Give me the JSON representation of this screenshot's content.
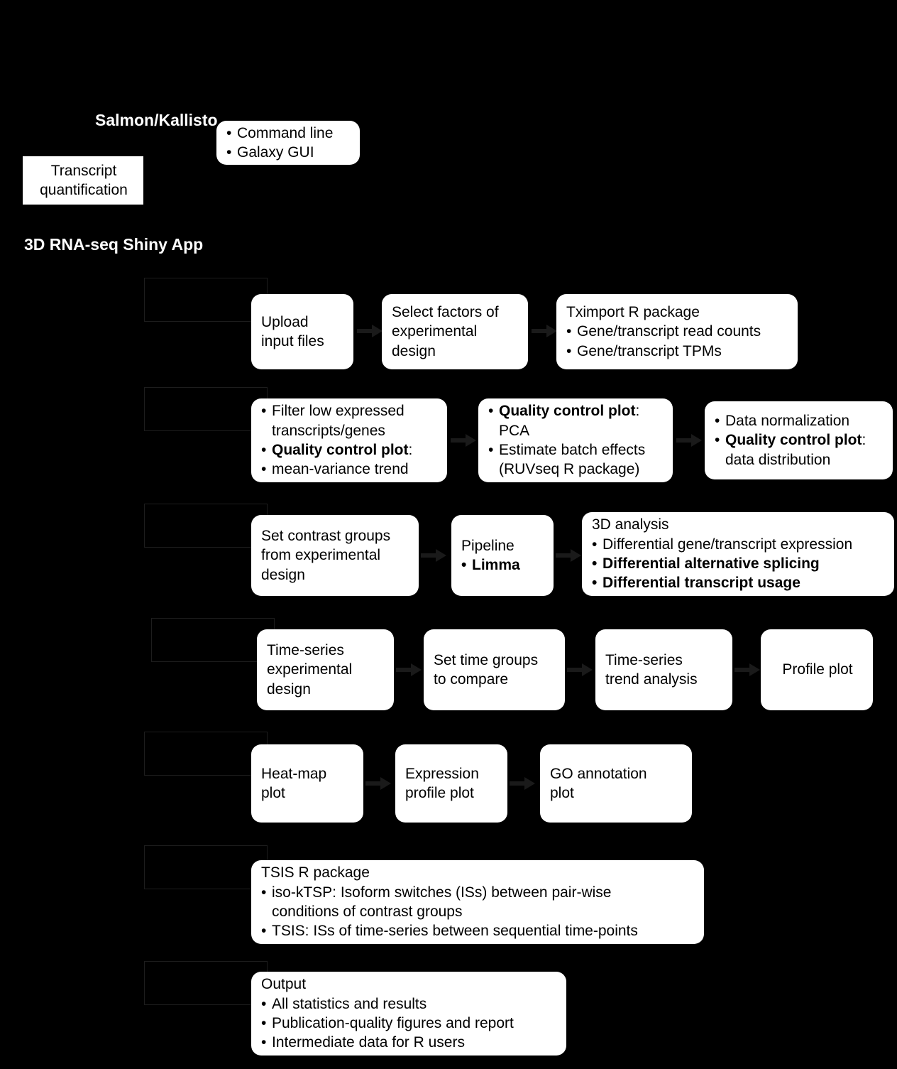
{
  "page": {
    "background_color": "#000000",
    "box_fill": "#ffffff",
    "text_color": "#000000",
    "heading_color": "#ffffff",
    "arrow_color": "#1a1a1a",
    "rail_border_color": "#1d1d1d"
  },
  "headings": {
    "salmon_kallisto": "Salmon/Kallisto",
    "shiny_app": "3D RNA-seq Shiny App"
  },
  "top": {
    "transcript_quantification": {
      "line1": "Transcript",
      "line2": "quantification"
    },
    "interfaces": {
      "b1": "Command line",
      "b2": "Galaxy GUI"
    }
  },
  "rows": [
    {
      "id": "row-upload",
      "nodes": [
        {
          "id": "upload-input-files",
          "lines": [
            {
              "text": "Upload",
              "type": "plain"
            },
            {
              "text": "input files",
              "type": "plain"
            }
          ]
        },
        {
          "id": "select-factors",
          "lines": [
            {
              "text": "Select factors of",
              "type": "plain"
            },
            {
              "text": "experimental",
              "type": "plain"
            },
            {
              "text": "design",
              "type": "plain"
            }
          ]
        },
        {
          "id": "tximport",
          "lines": [
            {
              "text": "Tximport R package",
              "type": "plain"
            },
            {
              "text": "Gene/transcript read counts",
              "type": "bullet"
            },
            {
              "text": "Gene/transcript TPMs",
              "type": "bullet"
            }
          ]
        }
      ]
    },
    {
      "id": "row-preprocess",
      "nodes": [
        {
          "id": "filter-low-expressed",
          "lines": [
            {
              "text": "Filter low expressed",
              "type": "bullet"
            },
            {
              "text": "transcripts/genes",
              "type": "cont"
            },
            {
              "text": "Quality control plot",
              "suffix": ":",
              "type": "bullet-bold"
            },
            {
              "text": "mean-variance trend",
              "type": "bullet"
            }
          ]
        },
        {
          "id": "qc-pca-batch",
          "lines": [
            {
              "text": "Quality control plot",
              "suffix": ":",
              "type": "bullet-bold"
            },
            {
              "text": "PCA",
              "type": "cont"
            },
            {
              "text": "Estimate batch effects",
              "type": "bullet"
            },
            {
              "text": "(RUVseq R package)",
              "type": "cont"
            }
          ]
        },
        {
          "id": "data-normalization",
          "lines": [
            {
              "text": "Data normalization",
              "type": "bullet"
            },
            {
              "text": "Quality control plot",
              "suffix": ":",
              "type": "bullet-bold"
            },
            {
              "text": "data distribution",
              "type": "cont"
            }
          ]
        }
      ]
    },
    {
      "id": "row-3d-analysis",
      "nodes": [
        {
          "id": "set-contrast-groups",
          "lines": [
            {
              "text": "Set contrast groups",
              "type": "plain"
            },
            {
              "text": "from experimental",
              "type": "plain"
            },
            {
              "text": "design",
              "type": "plain"
            }
          ]
        },
        {
          "id": "pipeline-limma",
          "lines": [
            {
              "text": "Pipeline",
              "type": "plain"
            },
            {
              "text": "Limma",
              "type": "bullet-bold"
            }
          ]
        },
        {
          "id": "three-d-analysis",
          "lines": [
            {
              "text": "3D analysis",
              "type": "plain"
            },
            {
              "text": "Differential gene/transcript expression",
              "type": "bullet"
            },
            {
              "text": "Differential alternative splicing",
              "type": "bullet-bold"
            },
            {
              "text": "Differential transcript usage",
              "type": "bullet-bold"
            }
          ]
        }
      ]
    },
    {
      "id": "row-time-series",
      "nodes": [
        {
          "id": "time-series-design",
          "lines": [
            {
              "text": "Time-series",
              "type": "plain"
            },
            {
              "text": "experimental",
              "type": "plain"
            },
            {
              "text": "design",
              "type": "plain"
            }
          ]
        },
        {
          "id": "set-time-groups",
          "lines": [
            {
              "text": "Set time groups",
              "type": "plain"
            },
            {
              "text": "to compare",
              "type": "plain"
            }
          ]
        },
        {
          "id": "trend-analysis",
          "lines": [
            {
              "text": "Time-series",
              "type": "plain"
            },
            {
              "text": "trend analysis",
              "type": "plain"
            }
          ]
        },
        {
          "id": "profile-plot",
          "lines": [
            {
              "text": "Profile plot",
              "type": "plain"
            }
          ]
        }
      ]
    },
    {
      "id": "row-plots",
      "nodes": [
        {
          "id": "heat-map-plot",
          "lines": [
            {
              "text": "Heat-map",
              "type": "plain"
            },
            {
              "text": "plot",
              "type": "plain"
            }
          ]
        },
        {
          "id": "expression-profile-plot",
          "lines": [
            {
              "text": "Expression",
              "type": "plain"
            },
            {
              "text": "profile plot",
              "type": "plain"
            }
          ]
        },
        {
          "id": "go-annotation-plot",
          "lines": [
            {
              "text": "GO annotation",
              "type": "plain"
            },
            {
              "text": "plot",
              "type": "plain"
            }
          ]
        }
      ]
    },
    {
      "id": "row-tsis",
      "nodes": [
        {
          "id": "tsis-r-package",
          "lines": [
            {
              "text": "TSIS R package",
              "type": "plain"
            },
            {
              "text": "iso-kTSP: Isoform switches (ISs) between pair-wise",
              "type": "bullet"
            },
            {
              "text": "conditions of contrast groups",
              "type": "cont"
            },
            {
              "text": "TSIS: ISs of time-series between sequential time-points",
              "type": "bullet"
            }
          ]
        }
      ]
    },
    {
      "id": "row-output",
      "nodes": [
        {
          "id": "output",
          "lines": [
            {
              "text": "Output",
              "type": "plain"
            },
            {
              "text": "All statistics and results",
              "type": "bullet"
            },
            {
              "text": "Publication-quality figures and report",
              "type": "bullet"
            },
            {
              "text": "Intermediate data for R users",
              "type": "bullet"
            }
          ]
        }
      ]
    }
  ]
}
